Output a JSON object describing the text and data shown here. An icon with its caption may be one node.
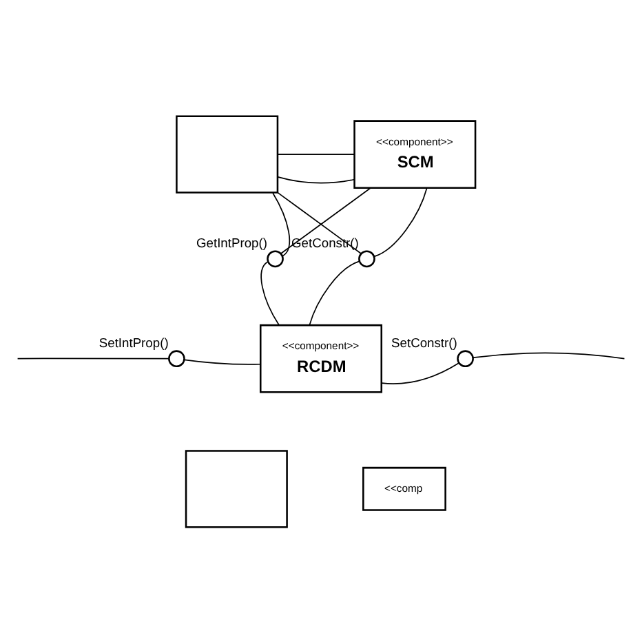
{
  "diagram": {
    "nodes": [
      {
        "text": [],
        "shape": "box"
      },
      {
        "text": [
          "<<component>>",
          "SCM"
        ]
      },
      {
        "text": [
          "<<component>>",
          "RCDM"
        ]
      },
      {
        "text": [],
        "shape": "box"
      },
      {
        "text": [
          "<<comp"
        ]
      },
      {
        "text": [
          "GetIntProp()"
        ]
      },
      {
        "text": [
          "GetConstr()"
        ]
      },
      {
        "text": [
          "SetIntProp()"
        ]
      },
      {
        "text": [
          "SetConstr()"
        ]
      }
    ],
    "edges": [
      {
        "from": 0,
        "to": 1,
        "arrow": "none"
      },
      {
        "from": 0,
        "to": 1,
        "arrow": "none"
      },
      {
        "from": 5,
        "to": 0,
        "arrow": "none"
      },
      {
        "from": 5,
        "to": 1,
        "arrow": "none"
      },
      {
        "from": 6,
        "to": 0,
        "arrow": "none"
      },
      {
        "from": 6,
        "to": 1,
        "arrow": "none"
      },
      {
        "from": 5,
        "to": 2,
        "arrow": "none"
      },
      {
        "from": 6,
        "to": 2,
        "arrow": "none"
      },
      {
        "from": null,
        "to": 7,
        "arrow": "none"
      },
      {
        "from": 7,
        "to": 2,
        "arrow": "none"
      },
      {
        "from": 2,
        "to": 8,
        "arrow": "none"
      },
      {
        "from": 8,
        "to": null,
        "arrow": "none"
      }
    ]
  }
}
